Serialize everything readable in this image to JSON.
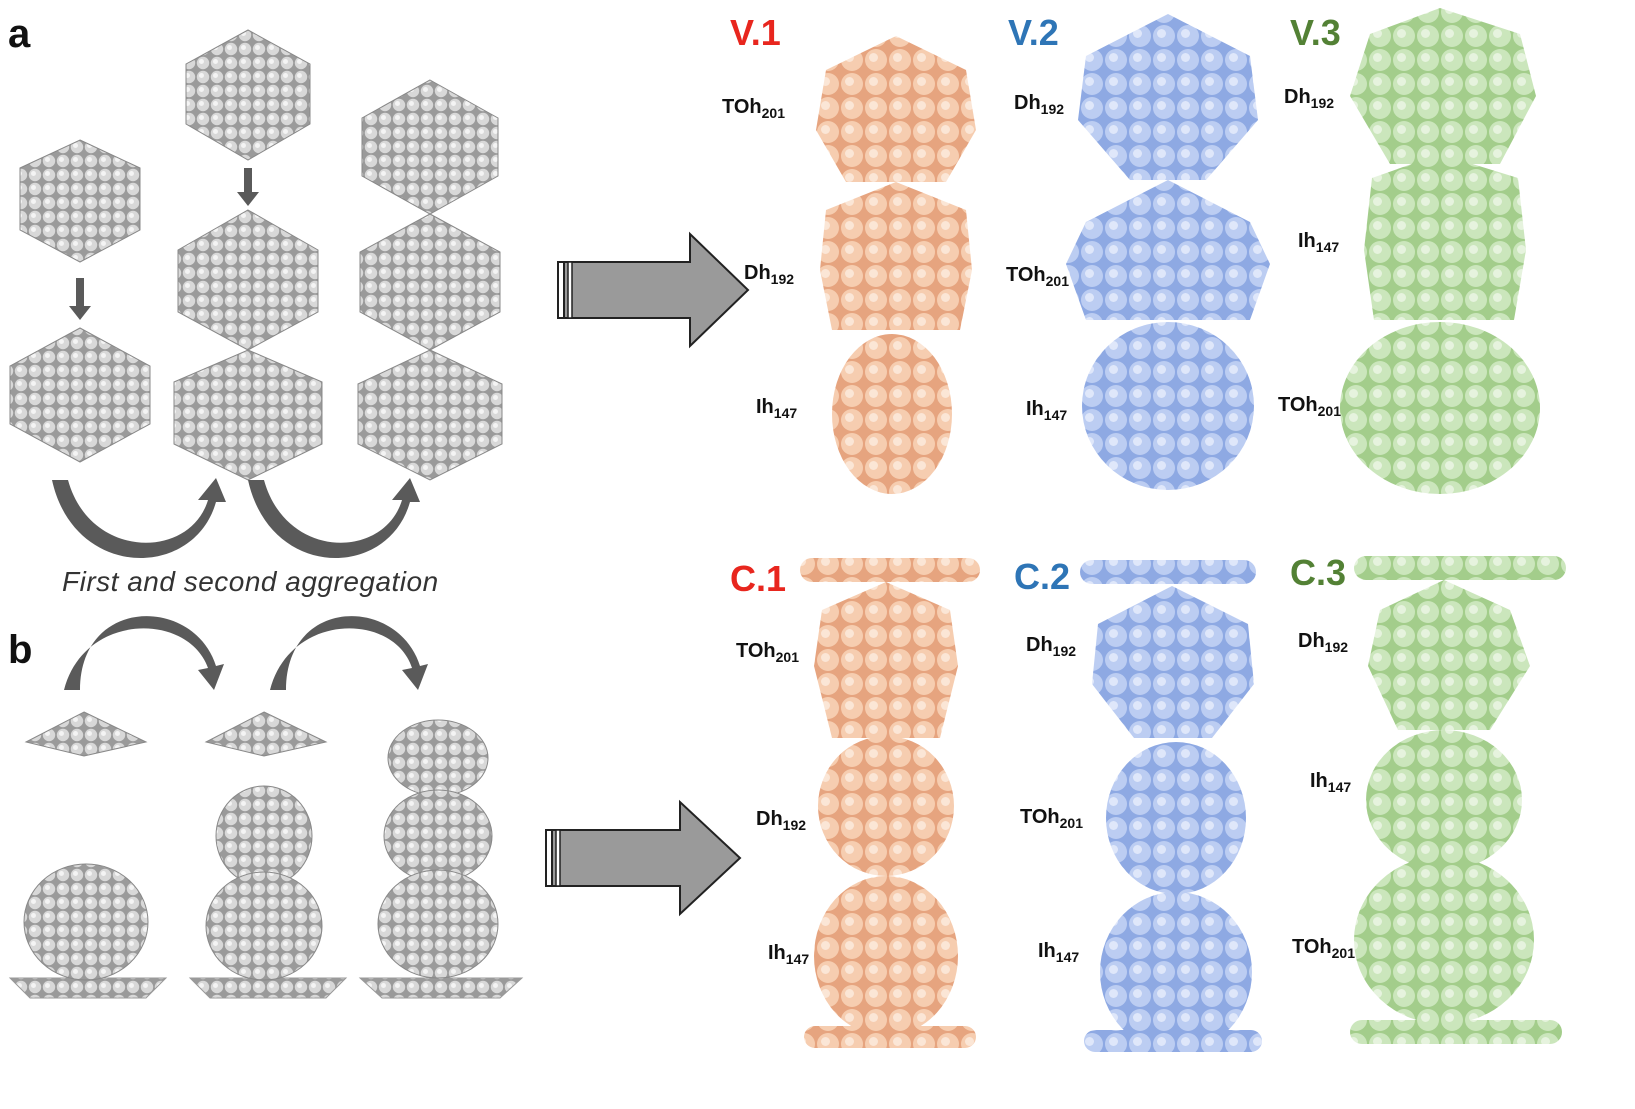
{
  "panels": {
    "a": {
      "letter": "a"
    },
    "b": {
      "letter": "b"
    },
    "caption": "First  and second aggregation"
  },
  "variants": [
    {
      "id": "V.1",
      "color": "#e8261e",
      "fill": "#f3c4a2",
      "labels": [
        {
          "n": "TOh",
          "s": "201"
        },
        {
          "n": "Dh",
          "s": "192"
        },
        {
          "n": "Ih",
          "s": "147"
        }
      ]
    },
    {
      "id": "V.2",
      "color": "#2e75b6",
      "fill": "#b6c8ee",
      "labels": [
        {
          "n": "Dh",
          "s": "192"
        },
        {
          "n": "TOh",
          "s": "201"
        },
        {
          "n": "Ih",
          "s": "147"
        }
      ]
    },
    {
      "id": "V.3",
      "color": "#538135",
      "fill": "#c7e2b6",
      "labels": [
        {
          "n": "Dh",
          "s": "192"
        },
        {
          "n": "Ih",
          "s": "147"
        },
        {
          "n": "TOh",
          "s": "201"
        }
      ]
    },
    {
      "id": "C.1",
      "color": "#e8261e",
      "fill": "#f3c4a2",
      "labels": [
        {
          "n": "TOh",
          "s": "201"
        },
        {
          "n": "Dh",
          "s": "192"
        },
        {
          "n": "Ih",
          "s": "147"
        }
      ]
    },
    {
      "id": "C.2",
      "color": "#2e75b6",
      "fill": "#b6c8ee",
      "labels": [
        {
          "n": "Dh",
          "s": "192"
        },
        {
          "n": "TOh",
          "s": "201"
        },
        {
          "n": "Ih",
          "s": "147"
        }
      ]
    },
    {
      "id": "C.3",
      "color": "#538135",
      "fill": "#c7e2b6",
      "labels": [
        {
          "n": "Dh",
          "s": "192"
        },
        {
          "n": "Ih",
          "s": "147"
        },
        {
          "n": "TOh",
          "s": "201"
        }
      ]
    }
  ]
}
